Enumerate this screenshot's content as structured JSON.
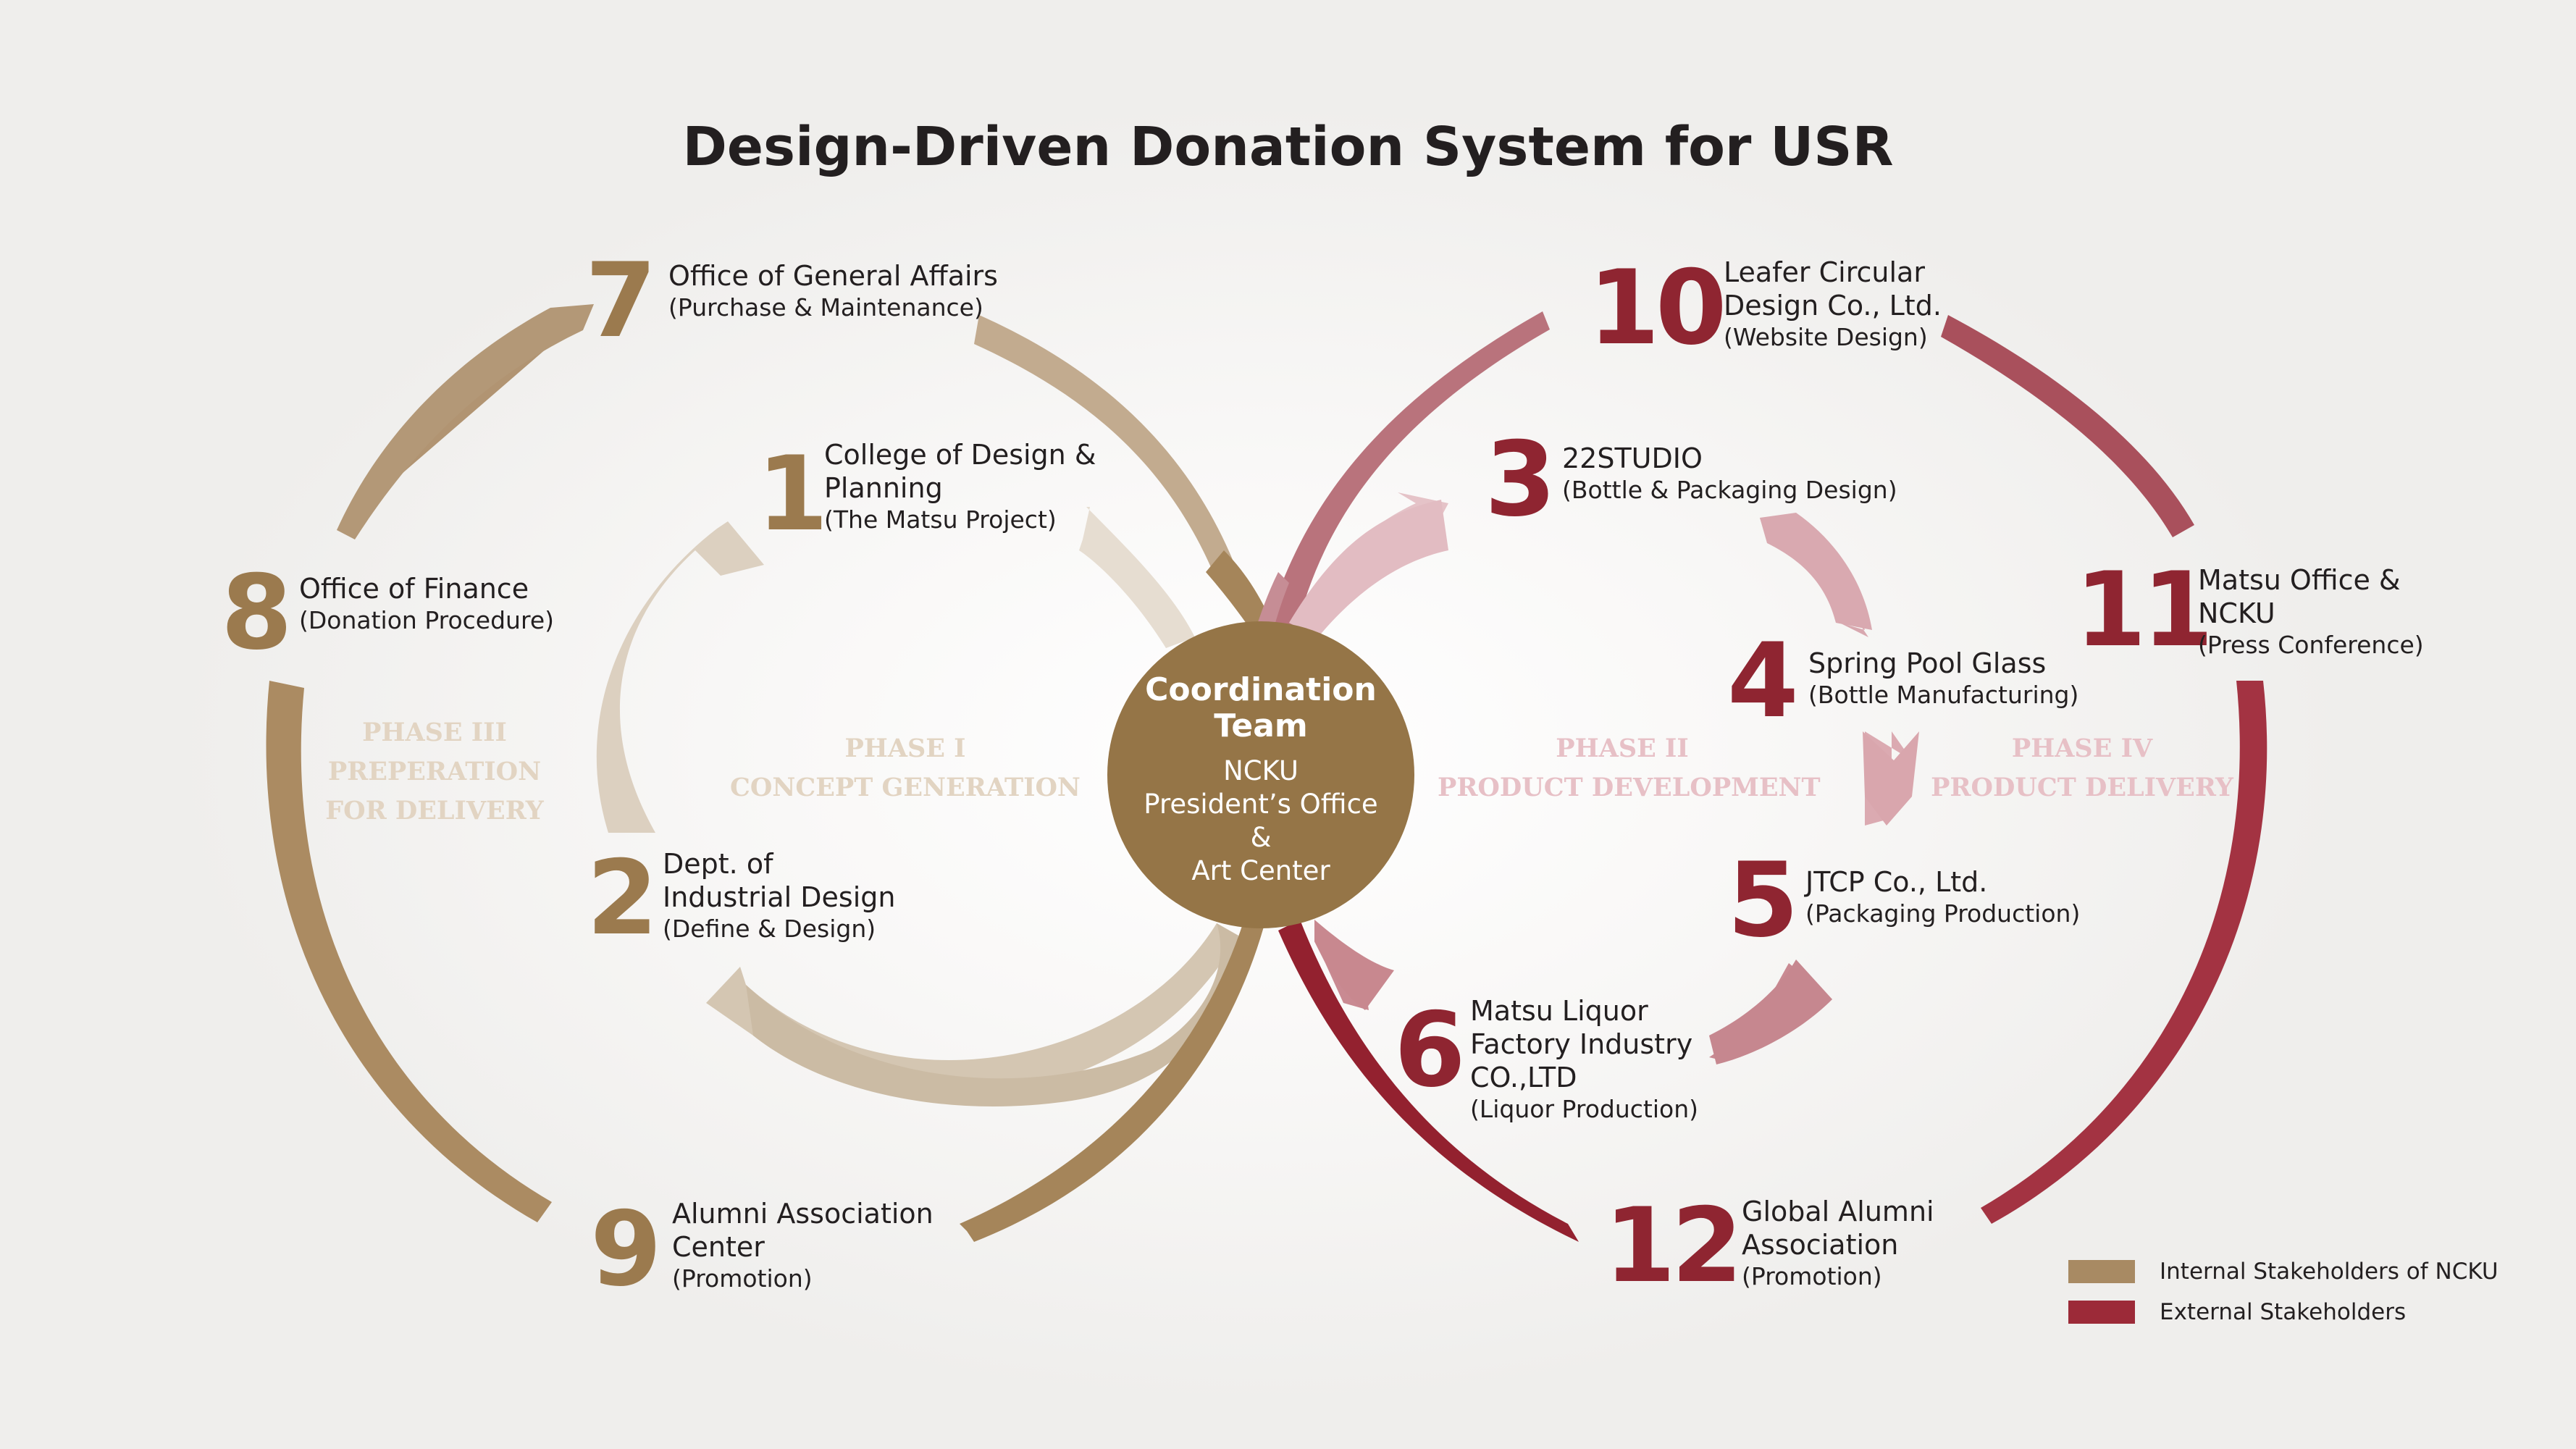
{
  "title": "Design-Driven Donation System for USR",
  "center": {
    "title_line1": "Coordination",
    "title_line2": "Team",
    "line1": "NCKU",
    "line2": "President’s Office",
    "line3": "&",
    "line4": "Art Center"
  },
  "phases": {
    "phase1": {
      "line1": "PHASE I",
      "line2": "CONCEPT GENERATION"
    },
    "phase2": {
      "line1": "PHASE II",
      "line2": "PRODUCT DEVELOPMENT"
    },
    "phase3": {
      "line1": "PHASE III",
      "line2": "PREPERATION",
      "line3": "FOR DELIVERY"
    },
    "phase4": {
      "line1": "PHASE IV",
      "line2": "PRODUCT DELIVERY"
    }
  },
  "stakeholders": [
    {
      "num": "1",
      "line1": "College of Design &",
      "line2": "Planning",
      "sub": "(The Matsu Project)",
      "group": "internal"
    },
    {
      "num": "2",
      "line1": "Dept. of",
      "line2": "Industrial Design",
      "sub": "(Define & Design)",
      "group": "internal"
    },
    {
      "num": "3",
      "line1": "22STUDIO",
      "sub": "(Bottle & Packaging Design)",
      "group": "external"
    },
    {
      "num": "4",
      "line1": "Spring Pool Glass",
      "sub": "(Bottle Manufacturing)",
      "group": "external"
    },
    {
      "num": "5",
      "line1": "JTCP Co., Ltd.",
      "sub": "(Packaging Production)",
      "group": "external"
    },
    {
      "num": "6",
      "line1": "Matsu Liquor",
      "line2": "Factory Industry",
      "line3": "CO.,LTD",
      "sub": "(Liquor Production)",
      "group": "external"
    },
    {
      "num": "7",
      "line1": "Office of General Affairs",
      "sub": "(Purchase & Maintenance)",
      "group": "internal"
    },
    {
      "num": "8",
      "line1": "Office of Finance",
      "sub": "(Donation Procedure)",
      "group": "internal"
    },
    {
      "num": "9",
      "line1": "Alumni Association",
      "line2": "Center",
      "sub": "(Promotion)",
      "group": "internal"
    },
    {
      "num": "10",
      "line1": "Leafer Circular",
      "line2": "Design Co., Ltd.",
      "sub": "(Website Design)",
      "group": "external"
    },
    {
      "num": "11",
      "line1": "Matsu Office &",
      "line2": "NCKU",
      "sub": "(Press Conference)",
      "group": "external"
    },
    {
      "num": "12",
      "line1": "Global Alumni",
      "line2": "Association",
      "sub": "(Promotion)",
      "group": "external"
    }
  ],
  "legend": {
    "internal": "Internal Stakeholders of NCKU",
    "external": "External Stakeholders"
  },
  "colors": {
    "internal": "#a5855a",
    "external": "#9c2a38",
    "center": "#957547",
    "phase1_arrow": "#d9cab7",
    "phase2_arrow": "#d39ba4"
  }
}
